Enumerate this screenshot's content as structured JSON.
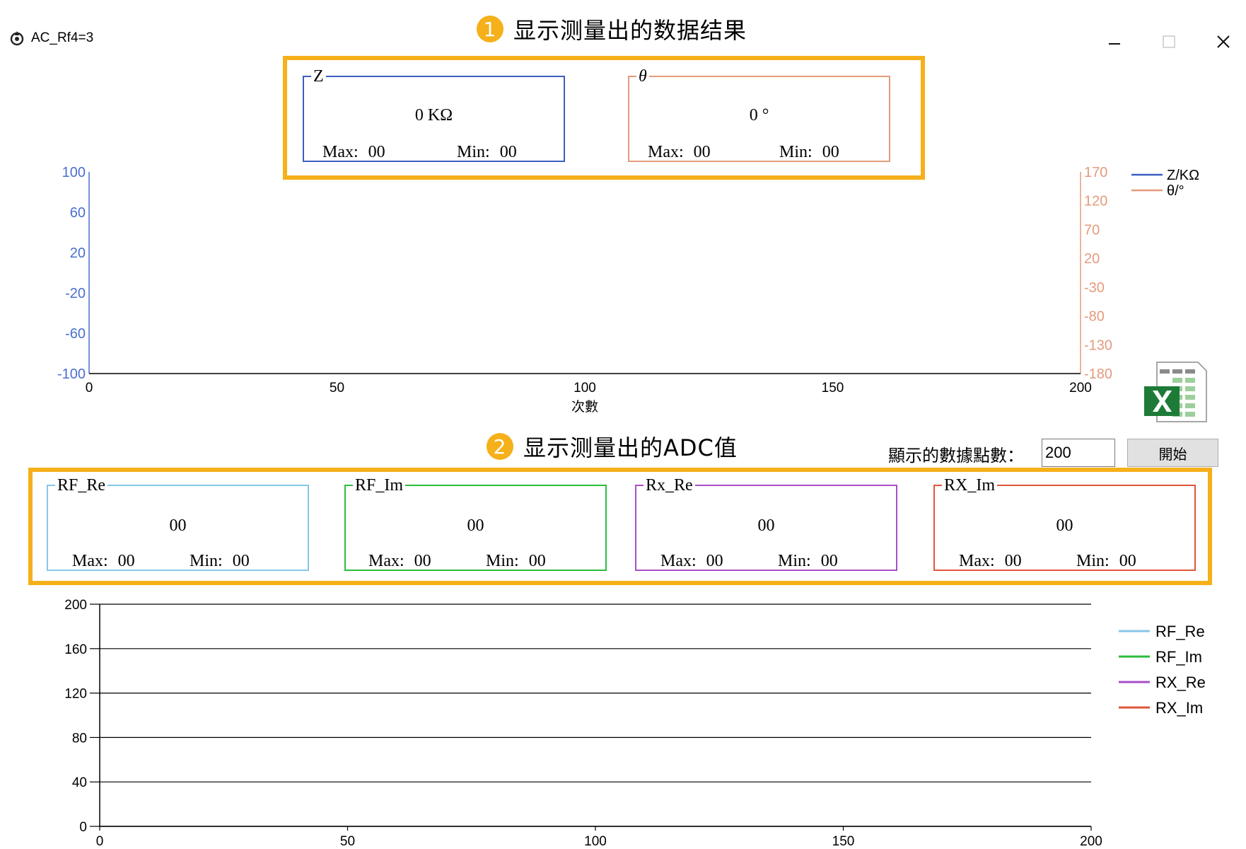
{
  "window": {
    "title": "AC_Rf4=3",
    "icons": {
      "app": "app-icon",
      "minimize": "minimize-icon",
      "maximize": "maximize-icon",
      "close": "close-icon"
    }
  },
  "annotations": [
    {
      "number": "1",
      "text": "显示测量出的数据结果"
    },
    {
      "number": "2",
      "text": "显示测量出的ADC值"
    }
  ],
  "result_panels": {
    "z": {
      "legend": "Z",
      "value": "0 KΩ",
      "max_label": "Max:",
      "max_value": "00",
      "min_label": "Min:",
      "min_value": "00",
      "color": "#3b5fc0"
    },
    "theta": {
      "legend": "θ",
      "value": "0 °",
      "max_label": "Max:",
      "max_value": "00",
      "min_label": "Min:",
      "min_value": "00",
      "color": "#e59a7d"
    }
  },
  "adc_panels": [
    {
      "legend": "RF_Re",
      "value": "00",
      "max_label": "Max:",
      "max_value": "00",
      "min_label": "Min:",
      "min_value": "00",
      "color": "#87c7e8"
    },
    {
      "legend": "RF_Im",
      "value": "00",
      "max_label": "Max:",
      "max_value": "00",
      "min_label": "Min:",
      "min_value": "00",
      "color": "#2cbd3c"
    },
    {
      "legend": "Rx_Re",
      "value": "00",
      "max_label": "Max:",
      "max_value": "00",
      "min_label": "Min:",
      "min_value": "00",
      "color": "#a84fc8"
    },
    {
      "legend": "RX_Im",
      "value": "00",
      "max_label": "Max:",
      "max_value": "00",
      "min_label": "Min:",
      "min_value": "00",
      "color": "#e0553a"
    }
  ],
  "controls": {
    "points_label": "顯示的數據點數：",
    "points_value": "200",
    "start_label": "開始",
    "export_icon": "excel-icon"
  },
  "chart_data": [
    {
      "type": "line",
      "title": "",
      "xlabel": "次數",
      "x_ticks": [
        "0",
        "50",
        "100",
        "150",
        "200"
      ],
      "xlim": [
        0,
        200
      ],
      "y_left_ticks": [
        "100",
        "60",
        "20",
        "-20",
        "-60",
        "-100"
      ],
      "ylim_left": [
        -100,
        100
      ],
      "y_right_ticks": [
        "170",
        "120",
        "70",
        "20",
        "-30",
        "-80",
        "-130",
        "-180"
      ],
      "ylim_right": [
        -180,
        170
      ],
      "grid": false,
      "legend": "top-right",
      "series": [
        {
          "name": "Z/KΩ",
          "values": [],
          "color": "#3b5fc0",
          "axis": "left"
        },
        {
          "name": "θ/°",
          "values": [],
          "color": "#e59a7d",
          "axis": "right"
        }
      ],
      "colors": {
        "left_axis": "#4a6fd0",
        "right_axis": "#e59a7d"
      }
    },
    {
      "type": "line",
      "title": "",
      "xlabel": "",
      "x_ticks": [
        "0",
        "50",
        "100",
        "150",
        "200"
      ],
      "xlim": [
        0,
        200
      ],
      "y_ticks": [
        "200",
        "160",
        "120",
        "80",
        "40",
        "0"
      ],
      "ylim": [
        0,
        200
      ],
      "grid": true,
      "legend": "right",
      "series": [
        {
          "name": "RF_Re",
          "values": [],
          "color": "#87c7e8"
        },
        {
          "name": "RF_Im",
          "values": [],
          "color": "#2cbd3c"
        },
        {
          "name": "RX_Re",
          "values": [],
          "color": "#a84fc8"
        },
        {
          "name": "RX_Im",
          "values": [],
          "color": "#e0553a"
        }
      ]
    }
  ]
}
